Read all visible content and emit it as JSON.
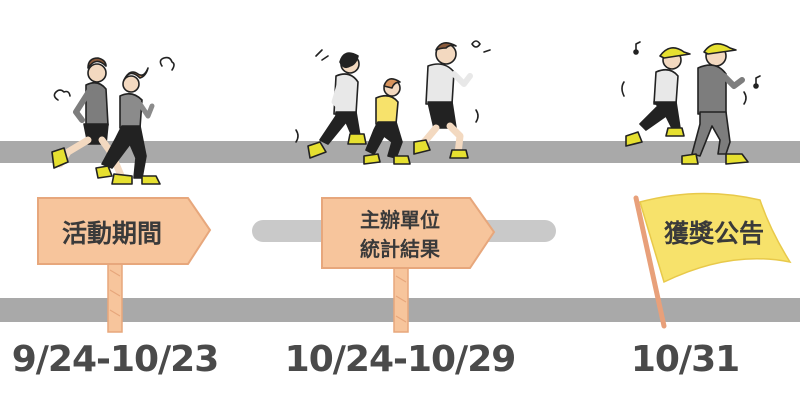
{
  "colors": {
    "road": "#a9a9a9",
    "mid_bar": "#c9c9c9",
    "wood": "#f7c59c",
    "wood_edge": "#e7a77c",
    "flag": "#f7e26b",
    "flag_pole": "#e8a07a",
    "shoe": "#e6e030",
    "text": "#4a4a4a"
  },
  "stages": [
    {
      "sign_label": "活動期間",
      "date": "9/24-10/23"
    },
    {
      "sign_label_line1": "主辦單位",
      "sign_label_line2": "統計結果",
      "date": "10/24-10/29"
    },
    {
      "flag_label": "獲獎公告",
      "date": "10/31"
    }
  ],
  "icons": [
    "runner-couple-icon",
    "runner-family-icon",
    "runner-pair-caps-icon",
    "wooden-sign-icon",
    "flag-icon"
  ]
}
